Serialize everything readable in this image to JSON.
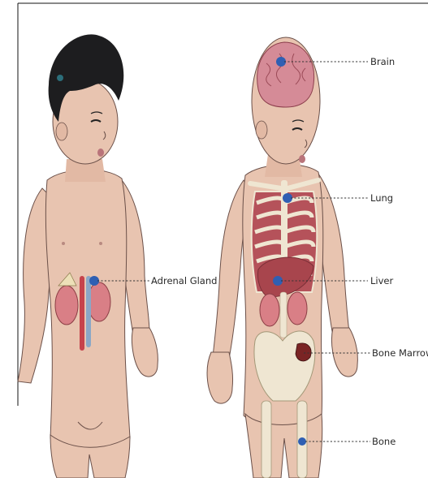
{
  "labels": {
    "adrenal_gland": "Adrenal Gland",
    "brain": "Brain",
    "lung": "Lung",
    "liver": "Liver",
    "bone_marrow": "Bone Marrow",
    "bone": "Bone"
  },
  "colors": {
    "skin": "#e8c4b0",
    "skin_shade": "#d9ab96",
    "hair": "#1d1d1f",
    "kidney": "#d97f86",
    "bone": "#efe6d2",
    "organ": "#b5525a",
    "brain": "#d58b97",
    "tumor": "#2f5fb3"
  }
}
